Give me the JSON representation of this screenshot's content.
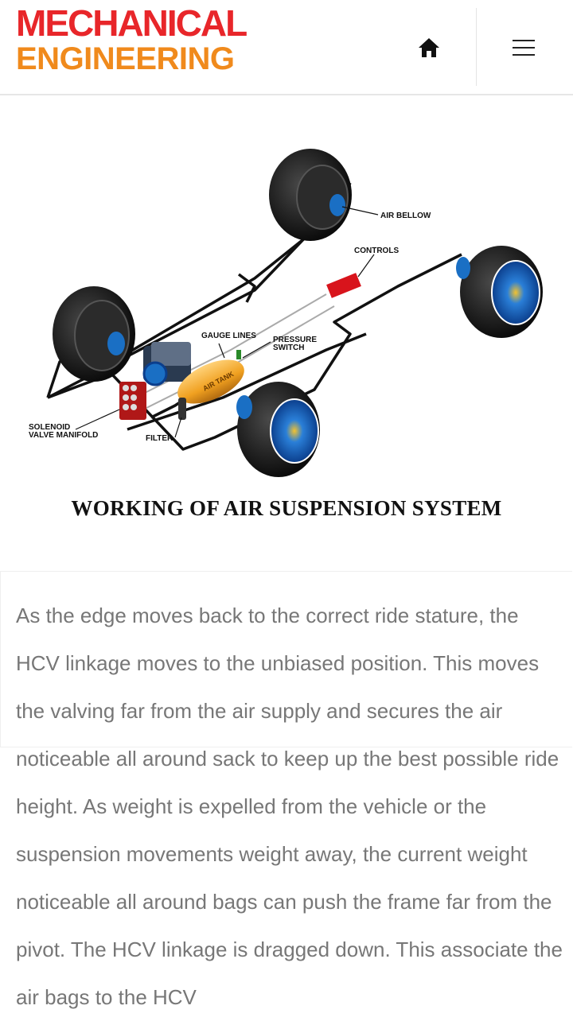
{
  "header": {
    "logo_line1": "MECHANICAL",
    "logo_line2": "ENGINEERING",
    "home_icon": "home-icon",
    "menu_icon": "hamburger-menu-icon"
  },
  "figure": {
    "labels": {
      "air_bellow": "AIR BELLOW",
      "controls": "CONTROLS",
      "gauge_lines": "GAUGE LINES",
      "pressure_switch_1": "PRESSURE",
      "pressure_switch_2": "SWITCH",
      "air_tank": "AIR TANK",
      "solenoid_1": "SOLENOID",
      "solenoid_2": "VALVE MANIFOLD",
      "filter": "FILTER"
    },
    "caption": "WORKING OF AIR SUSPENSION SYSTEM"
  },
  "article": {
    "paragraph": "As the edge moves back to the correct ride stature, the HCV linkage moves to the unbiased position. This moves the valving far from the air supply and secures the air noticeable all around sack to keep up the best possible ride height. As weight is expelled from the vehicle or the suspension movements weight away, the current weight noticeable all around bags can push the frame far from the pivot. The HCV linkage is dragged down. This associate the air bags to the HCV"
  },
  "colors": {
    "logo_red": "#e8262a",
    "logo_orange": "#f08a1c",
    "body_text": "#777777",
    "tank_orange": "#f0a020",
    "control_red": "#d8141c",
    "bellow_blue": "#1a6fc4"
  }
}
